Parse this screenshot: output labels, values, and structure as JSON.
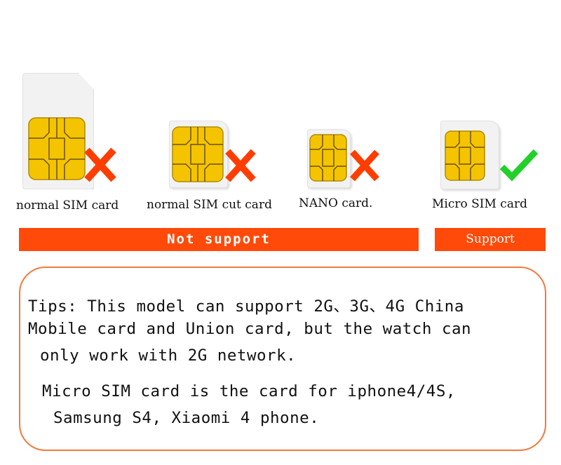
{
  "cards": [
    {
      "label": "normal SIM card",
      "status": "cross"
    },
    {
      "label": "normal SIM cut card",
      "status": "cross"
    },
    {
      "label": "NANO card.",
      "status": "cross"
    },
    {
      "label": "Micro SIM card",
      "status": "check"
    }
  ],
  "bars": {
    "not_support": "Not support",
    "support": "Support"
  },
  "tips": {
    "line1": "Tips: This model can support 2G、3G、4G China",
    "line2": "Mobile card and Union card, but the watch can",
    "line3": "only work with 2G network.",
    "line4": "Micro SIM card is the card for iphone4/4S,",
    "line5": "Samsung S4, Xiaomi 4 phone."
  },
  "colors": {
    "accent": "#ff4a0a",
    "cross": "#ff3d00",
    "check": "#22d02a",
    "chip": "#f5c400"
  }
}
